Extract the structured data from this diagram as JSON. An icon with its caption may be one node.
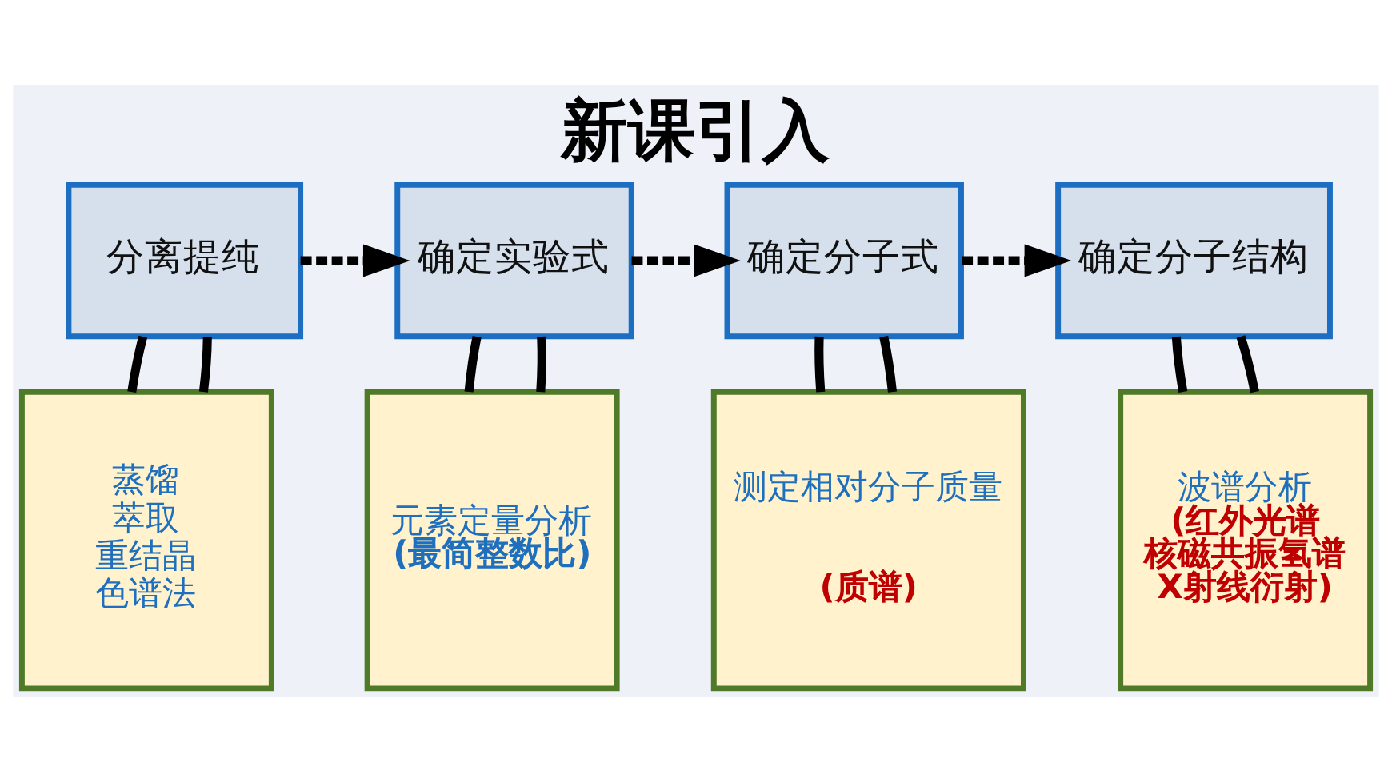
{
  "diagram": {
    "title": "新课引入",
    "nodes": [
      {
        "text": [
          "分离提纯"
        ]
      },
      {
        "text": [
          "确定实验式"
        ]
      },
      {
        "text": [
          "确定分子式"
        ]
      },
      {
        "text": [
          "确定分子结构"
        ]
      },
      {
        "text": [
          "蒸馏",
          "萃取",
          "重结晶",
          "色谱法"
        ]
      },
      {
        "text": [
          "元素定量分析",
          "(最简整数比)"
        ]
      },
      {
        "text": [
          "测定相对分子质量",
          "(质谱)"
        ]
      },
      {
        "text": [
          "波谱分析",
          "(红外光谱",
          "核磁共振氢谱",
          "X射线衍射)"
        ]
      }
    ],
    "edges": [
      {
        "from": 0,
        "to": 1,
        "arrow": "to",
        "style": "dashed"
      },
      {
        "from": 1,
        "to": 2,
        "arrow": "to",
        "style": "dashed"
      },
      {
        "from": 2,
        "to": 3,
        "arrow": "to",
        "style": "dashed"
      },
      {
        "from": 0,
        "to": 4,
        "arrow": "none"
      },
      {
        "from": 0,
        "to": 4,
        "arrow": "none"
      },
      {
        "from": 1,
        "to": 5,
        "arrow": "none"
      },
      {
        "from": 1,
        "to": 5,
        "arrow": "none"
      },
      {
        "from": 2,
        "to": 6,
        "arrow": "none"
      },
      {
        "from": 2,
        "to": 6,
        "arrow": "none"
      },
      {
        "from": 3,
        "to": 7,
        "arrow": "none"
      },
      {
        "from": 3,
        "to": 7,
        "arrow": "none"
      }
    ]
  }
}
